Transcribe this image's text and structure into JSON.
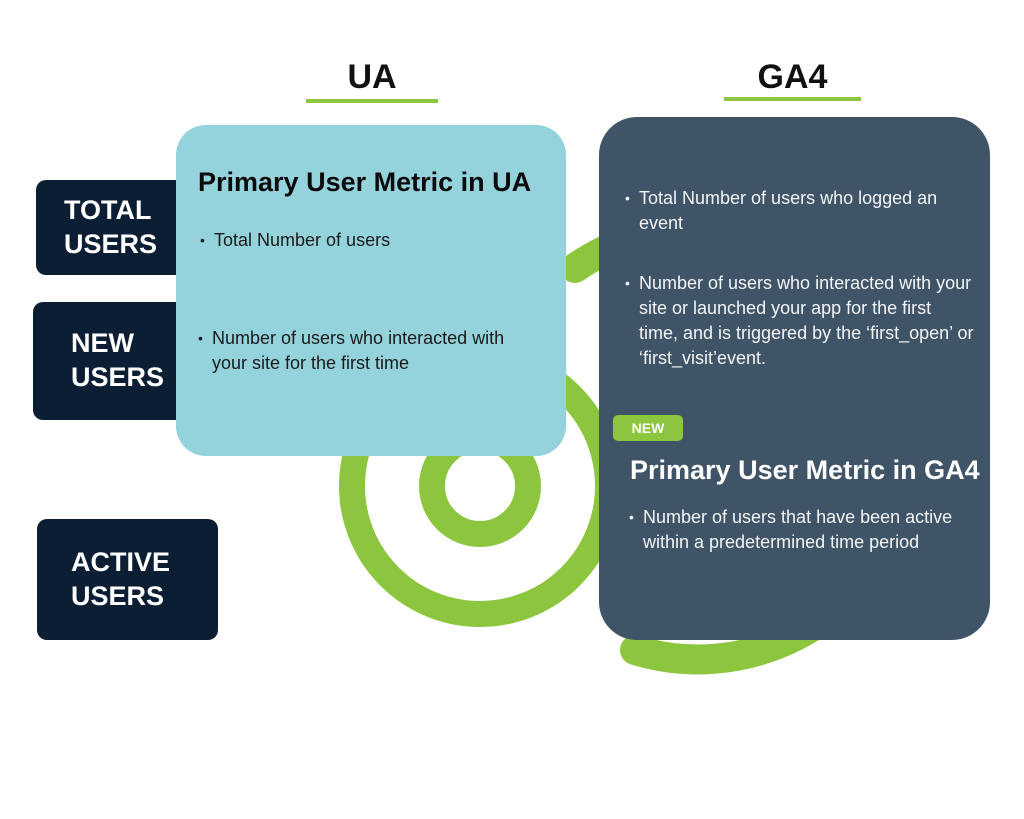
{
  "columns": {
    "ua": "UA",
    "ga4": "GA4"
  },
  "rows": {
    "total_users": [
      "TOTAL",
      "USERS"
    ],
    "new_users": [
      "NEW",
      "USERS"
    ],
    "active_users": [
      "ACTIVE",
      "USERS"
    ]
  },
  "ua_card": {
    "title": "Primary User Metric in UA",
    "total_users": "Total Number of users",
    "new_users": "Number of users who interacted with your site for the first time"
  },
  "ga4_card": {
    "total_users": "Total Number of users who logged an event",
    "new_users": "Number of users who interacted with your site or launched your app for the first time, and is triggered by the ‘first_open’ or ‘first_visit’event.",
    "badge": "NEW",
    "title": "Primary User Metric in GA4",
    "active_users": "Number of users that have been active within a predetermined time period"
  },
  "colors": {
    "accent_green": "#8cc63f",
    "label_dark": "#0c1e33",
    "ua_card": "#94d3dc",
    "ga4_card": "#3f5466"
  }
}
